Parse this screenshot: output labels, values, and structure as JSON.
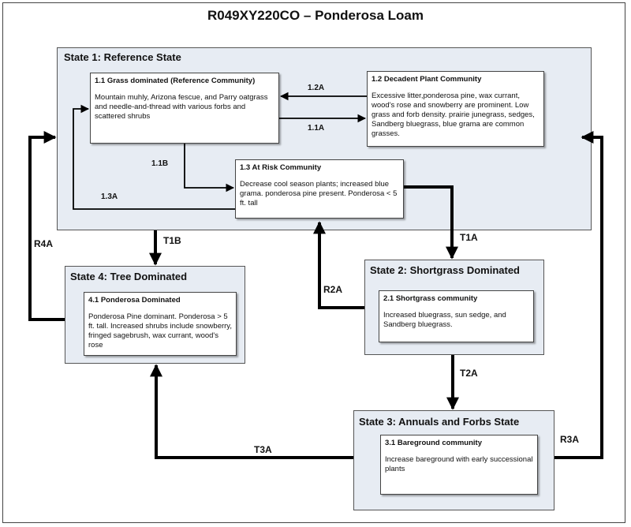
{
  "title": "R049XY220CO – Ponderosa Loam",
  "states": {
    "s1": {
      "label": "State 1: Reference State"
    },
    "s2": {
      "label": "State 2:  Shortgrass Dominated"
    },
    "s3": {
      "label": "State 3: Annuals and Forbs State"
    },
    "s4": {
      "label": "State 4: Tree Dominated"
    }
  },
  "communities": {
    "c11": {
      "title": "1.1 Grass dominated (Reference Community)",
      "text": "Mountain muhly, Arizona fescue, and Parry oatgrass and needle-and-thread with various forbs and scattered shrubs"
    },
    "c12": {
      "title": "1.2 Decadent Plant Community",
      "text": "Excessive litter,ponderosa pine, wax currant, wood's rose and snowberry are prominent.  Low grass and forb density. prairie junegrass, sedges, Sandberg bluegrass, blue grama are common grasses."
    },
    "c13": {
      "title": "1.3 At Risk Community",
      "text": "Decrease cool season plants;  increased blue grama. ponderosa pine present. Ponderosa < 5 ft. tall"
    },
    "c21": {
      "title": "2.1  Shortgrass community",
      "text": "Increased bluegrass, sun sedge, and Sandberg bluegrass."
    },
    "c31": {
      "title": "3.1 Bareground community",
      "text": "Increase bareground with early successional plants"
    },
    "c41": {
      "title": "4.1 Ponderosa Dominated",
      "text": "Ponderosa Pine dominant. Ponderosa > 5 ft. tall.  Increased shrubs include snowberry, fringed sagebrush, wax currant, wood's rose"
    }
  },
  "transitions": {
    "t12a": "1.2A",
    "t11a": "1.1A",
    "t11b": "1.1B",
    "t13a": "1.3A",
    "T1A": "T1A",
    "T1B": "T1B",
    "R2A": "R2A",
    "R4A": "R4A",
    "T2A": "T2A",
    "T3A": "T3A",
    "R3A": "R3A"
  },
  "colors": {
    "state_fill": "#e7ecf3",
    "arrow": "#000000",
    "border": "#555555"
  }
}
